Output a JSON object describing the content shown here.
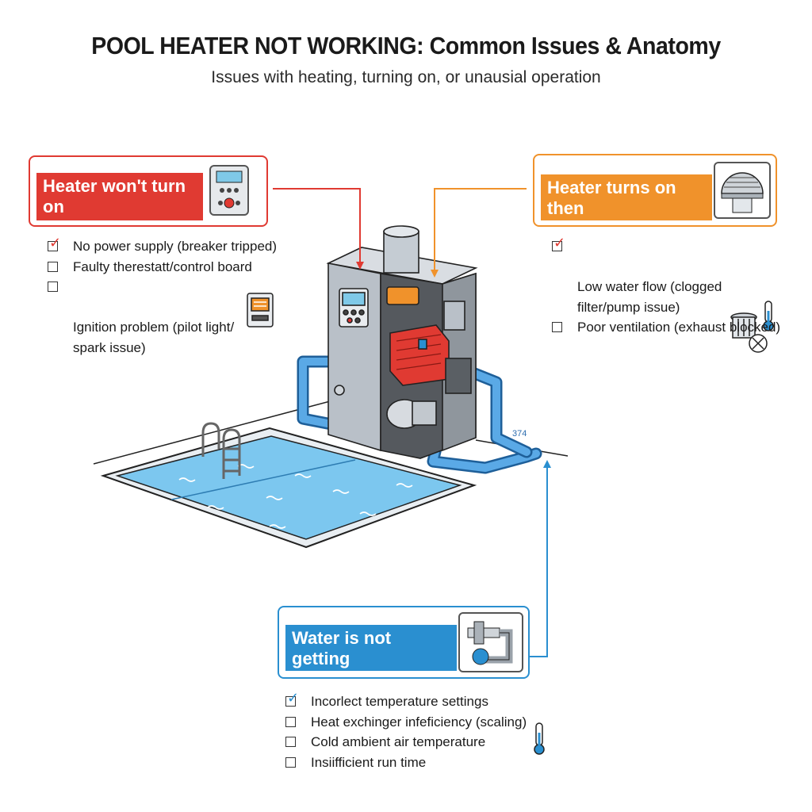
{
  "header": {
    "title": "POOL HEATER NOT WORKING: Common Issues & Anatomy",
    "subtitle": "Issues with heating, turning on, or unausial operation"
  },
  "colors": {
    "red": "#e03a32",
    "orange": "#f0922b",
    "blue": "#2a8fd0",
    "water": "#7cc7ef",
    "pipe": "#5aa9e6"
  },
  "callouts": [
    {
      "id": "wont_turn_on",
      "title": "Heater won't turn on\non at all",
      "color": "#e03a32",
      "icon": "thermostat-control-icon",
      "items": [
        {
          "text": "No power supply (breaker tripped)",
          "checked": true
        },
        {
          "text": "Faulty therestatt/control board",
          "checked": false
        },
        {
          "text": "Ignition problem (pilot light/\nspark issue)",
          "checked": false
        }
      ]
    },
    {
      "id": "shuts_off",
      "title": "Heater turns on then\nshuts off quickly",
      "color": "#f0922b",
      "icon": "vent-cap-icon",
      "items": [
        {
          "text": "Low water flow (clogged\nfilter/pump issue)",
          "checked": true
        },
        {
          "text": "Poor ventilation (exhaust blocked)",
          "checked": false
        }
      ]
    },
    {
      "id": "not_hot",
      "title": "Water is not getting\nhot enough",
      "color": "#2a8fd0",
      "icon": "pipe-valve-icon",
      "items": [
        {
          "text": "Incorlect temperature settings",
          "checked": true
        },
        {
          "text": "Heat exchinger infeficiency (scaling)",
          "checked": false
        },
        {
          "text": "Cold ambient air temperature",
          "checked": false
        },
        {
          "text": "Insiifficient run time",
          "checked": false
        }
      ]
    }
  ],
  "diagram": {
    "pipe_tag": "374"
  }
}
